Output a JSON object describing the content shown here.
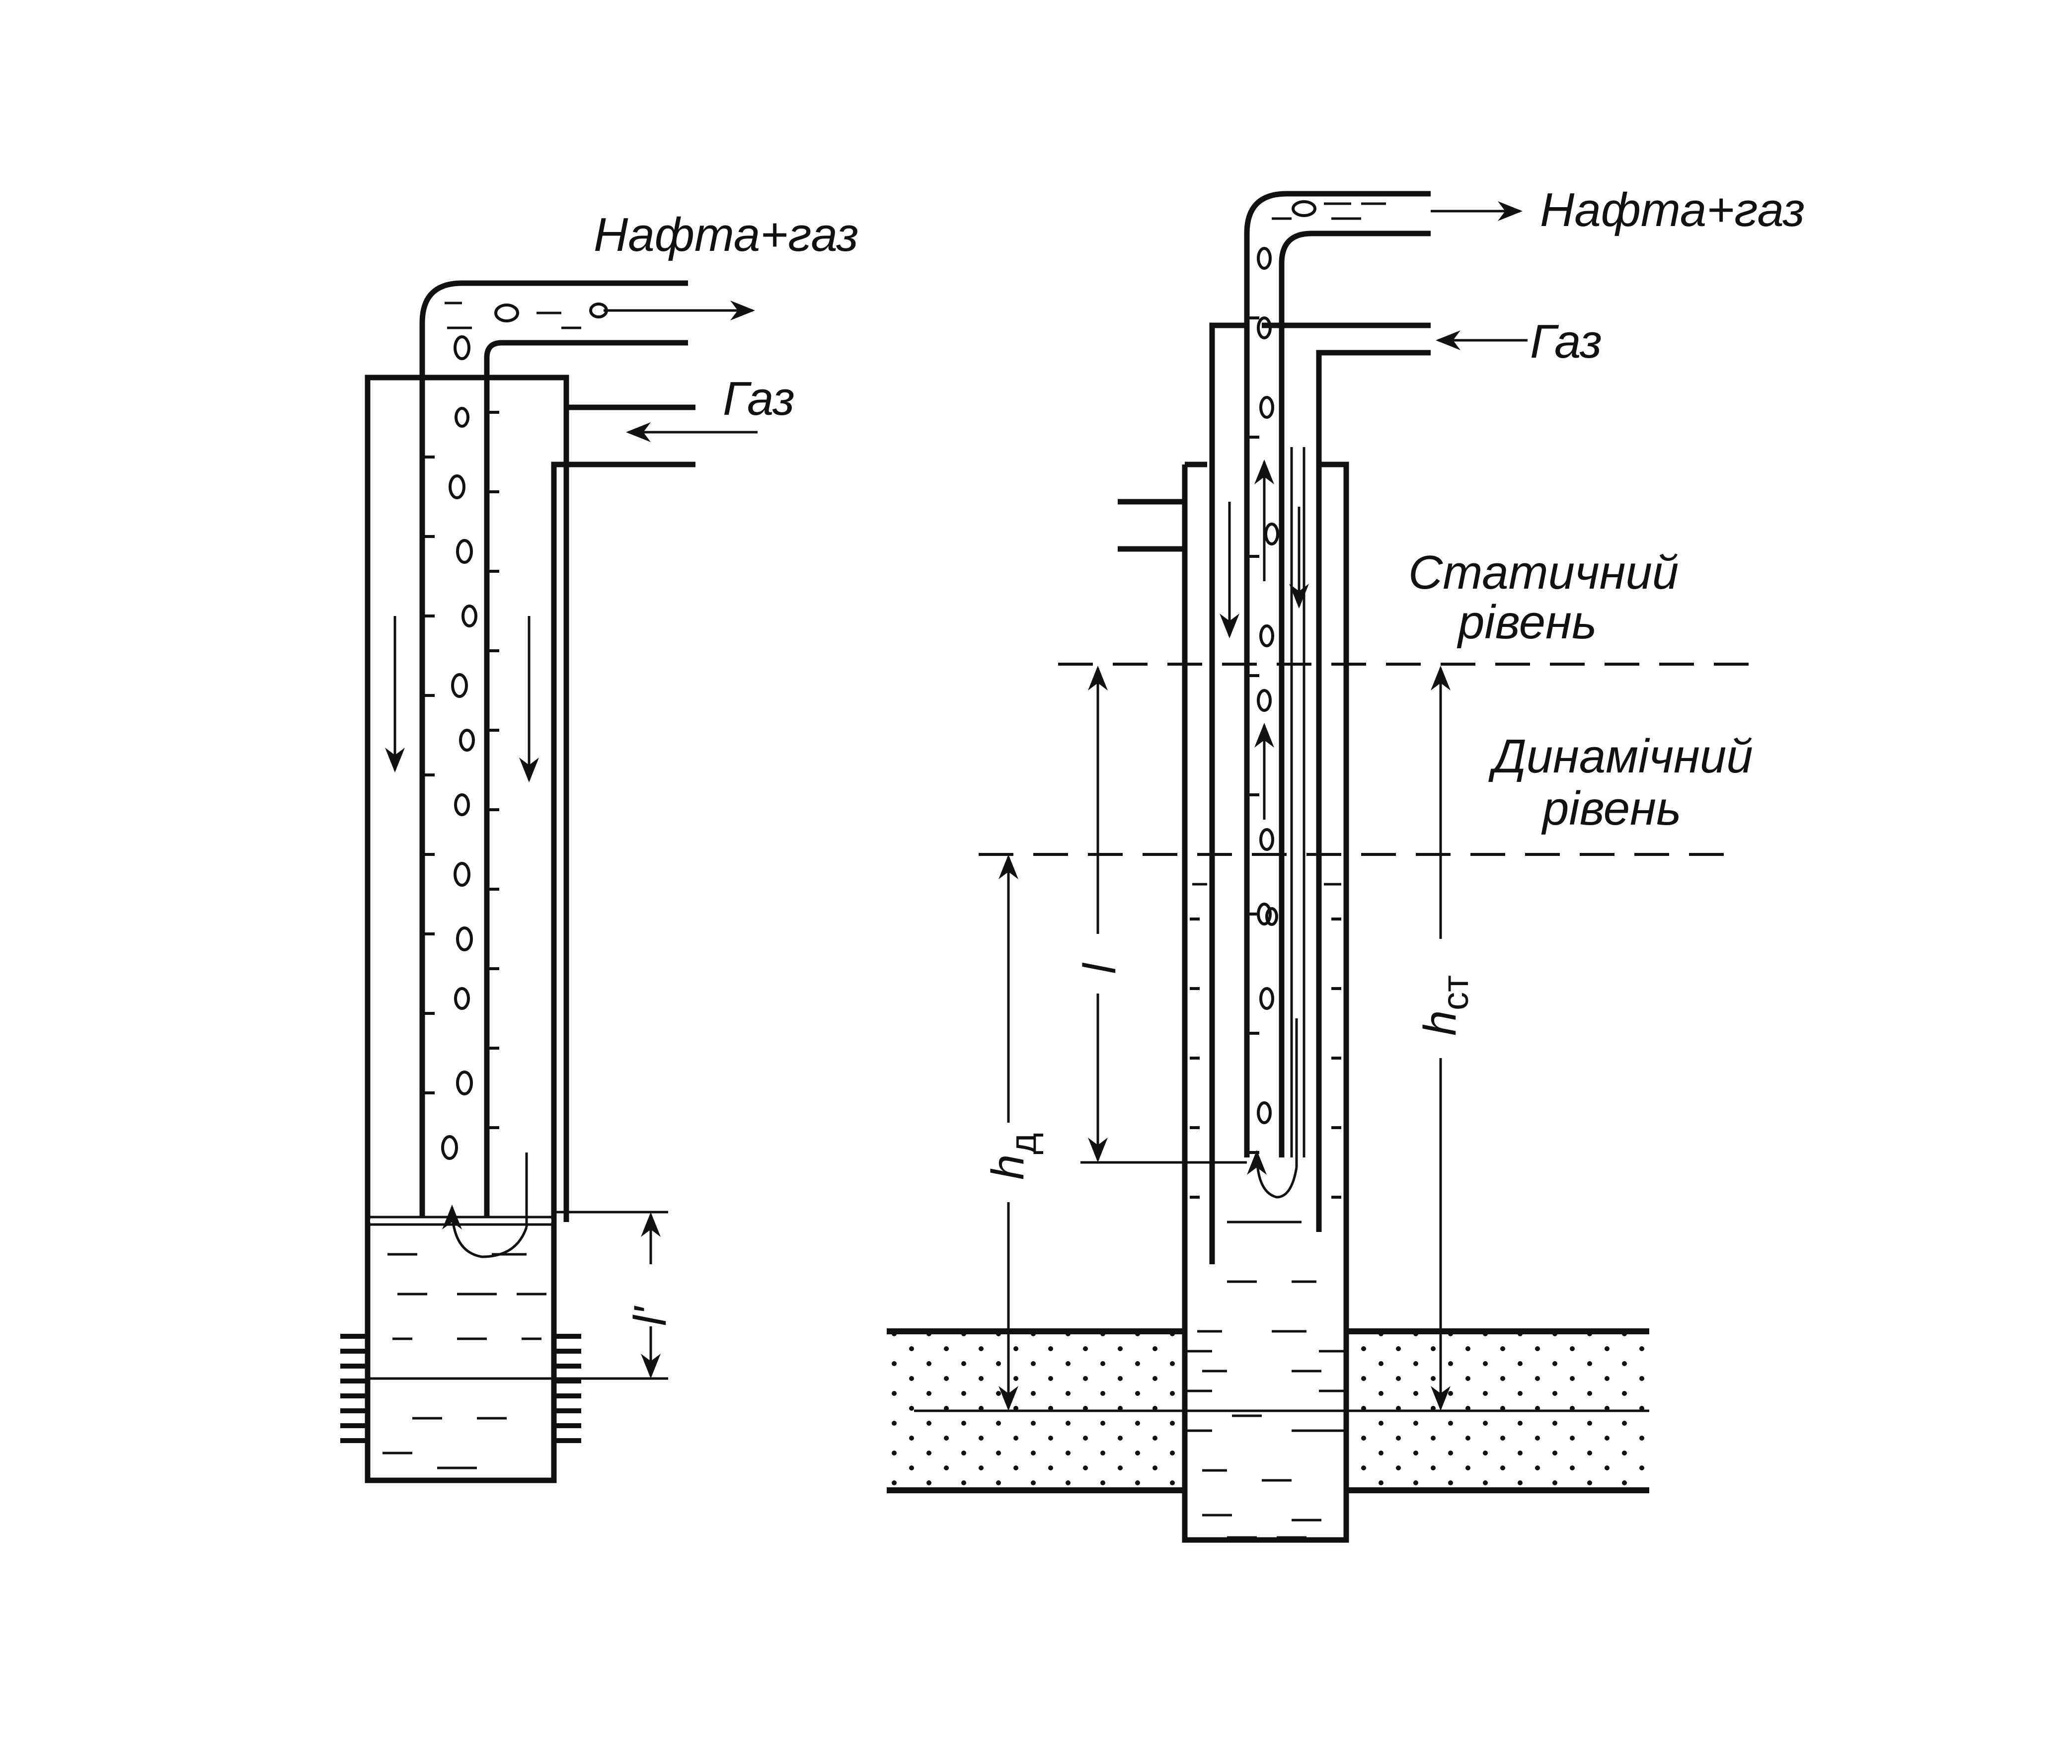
{
  "left_scheme": {
    "outlet_label": "Нафта+газ",
    "inlet_label": "Газ",
    "submergence_label": "l'"
  },
  "right_scheme": {
    "outlet_label": "Нафта+газ",
    "inlet_label": "Газ",
    "static_level_line1": "Статичний",
    "static_level_line2": "рівень",
    "dynamic_level_line1": "Динамічний",
    "dynamic_level_line2": "рівень",
    "length_label": "l",
    "h_dynamic_main": "h",
    "h_dynamic_sub": "д",
    "h_static_main": "h",
    "h_static_sub": "ст"
  }
}
